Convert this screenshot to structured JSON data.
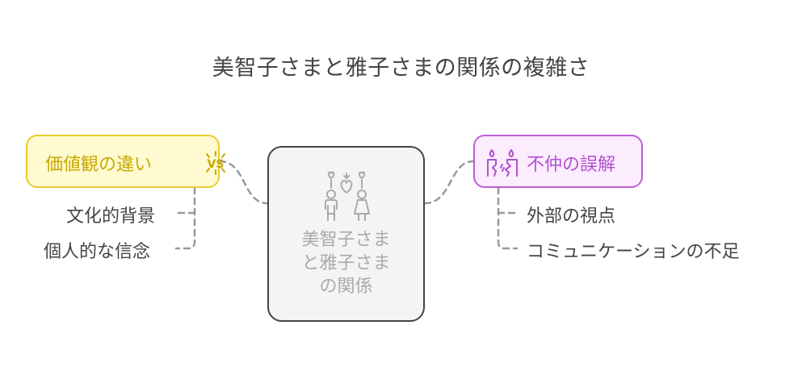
{
  "title": "美智子さまと雅子さまの関係の複雑さ",
  "center": {
    "label_lines": [
      "美智子さま",
      "と雅子さま",
      "の関係"
    ],
    "icon": "couple-hearts-icon"
  },
  "left": {
    "label": "価値観の違い",
    "icon": "vs-icon",
    "icon_text": "VS",
    "items": [
      "文化的背景",
      "個人的な信念"
    ]
  },
  "right": {
    "label": "不仲の誤解",
    "icon": "broken-candles-icon",
    "items": [
      "外部の視点",
      "コミュニケーションの不足"
    ]
  },
  "colors": {
    "left_fill": "#fffad0",
    "left_border": "#e6cd2e",
    "left_text": "#c8a800",
    "right_fill": "#fbecfe",
    "right_border": "#bb5fd6",
    "right_text": "#b152cf",
    "center_fill": "#f4f4f4",
    "center_border": "#444444",
    "center_text": "#aaaaaa",
    "connector": "#999999"
  }
}
